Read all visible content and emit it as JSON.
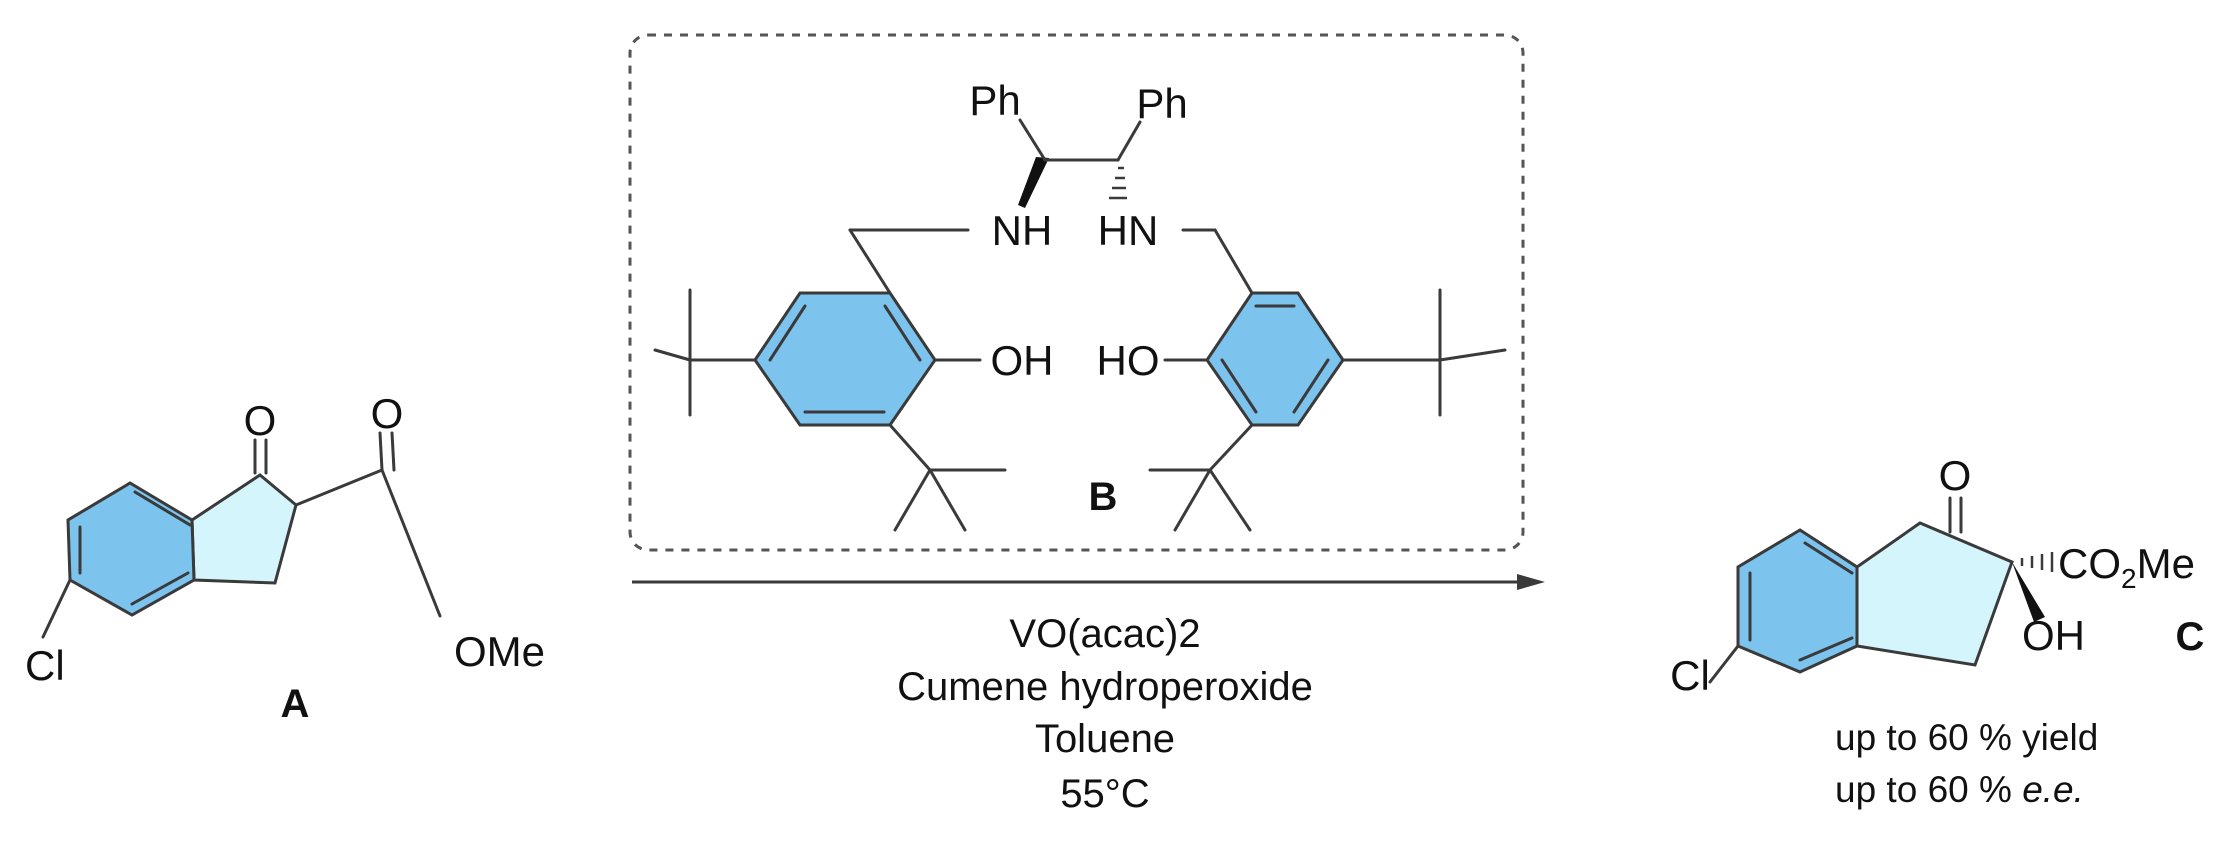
{
  "compounds": {
    "a": {
      "label": "A",
      "atoms": [
        "O",
        "O",
        "OMe",
        "Cl"
      ]
    },
    "b": {
      "label": "B",
      "atoms": [
        "Ph",
        "Ph",
        "NH",
        "HN",
        "OH",
        "HO"
      ]
    },
    "c": {
      "label": "C",
      "atoms": [
        "O",
        "CO",
        "2",
        "Me",
        "OH",
        "Cl"
      ]
    }
  },
  "conditions": [
    "VO(acac)2",
    "Cumene hydroperoxide",
    "Toluene",
    "55°C"
  ],
  "result": {
    "yield_text": "up to 60 % yield",
    "ee_prefix": "up to 60 % ",
    "ee_italic": "e.e."
  },
  "colors": {
    "aromatic_fill": "#7cc3ee",
    "ring_fill": "#d4f5fb",
    "bond": "#3a3a3a"
  }
}
